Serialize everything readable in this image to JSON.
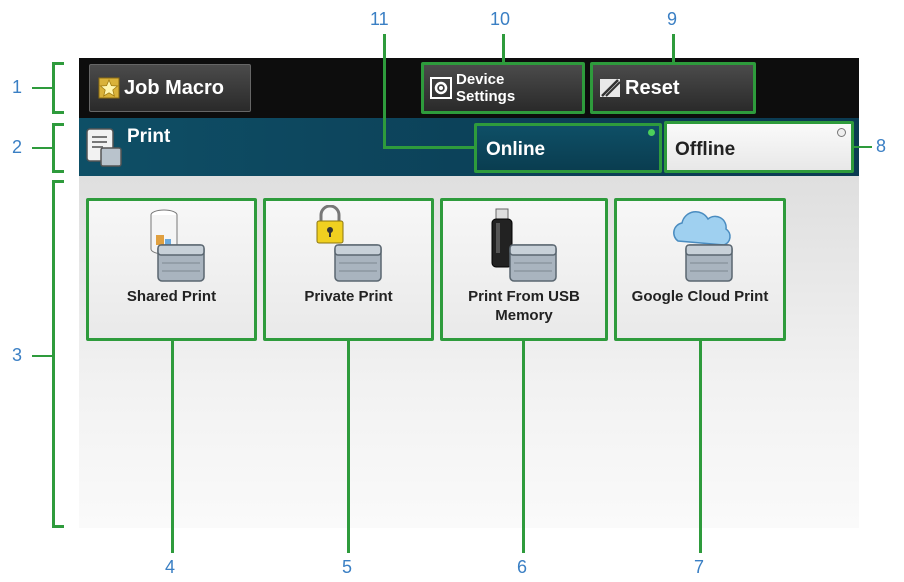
{
  "topbar": {
    "job_macro_label": "Job Macro",
    "device_settings_label": "Device\nSettings",
    "reset_label": "Reset"
  },
  "header": {
    "title": "Print",
    "online_label": "Online",
    "offline_label": "Offline"
  },
  "tiles": [
    {
      "label": "Shared Print"
    },
    {
      "label": "Private Print"
    },
    {
      "label": "Print From USB\nMemory"
    },
    {
      "label": "Google Cloud Print"
    }
  ],
  "callouts": [
    "1",
    "2",
    "3",
    "4",
    "5",
    "6",
    "7",
    "8",
    "9",
    "10",
    "11"
  ],
  "colors": {
    "accent_green": "#2e9b3c",
    "callout_blue": "#3a7fc4",
    "header_teal": "#0e4f66"
  }
}
